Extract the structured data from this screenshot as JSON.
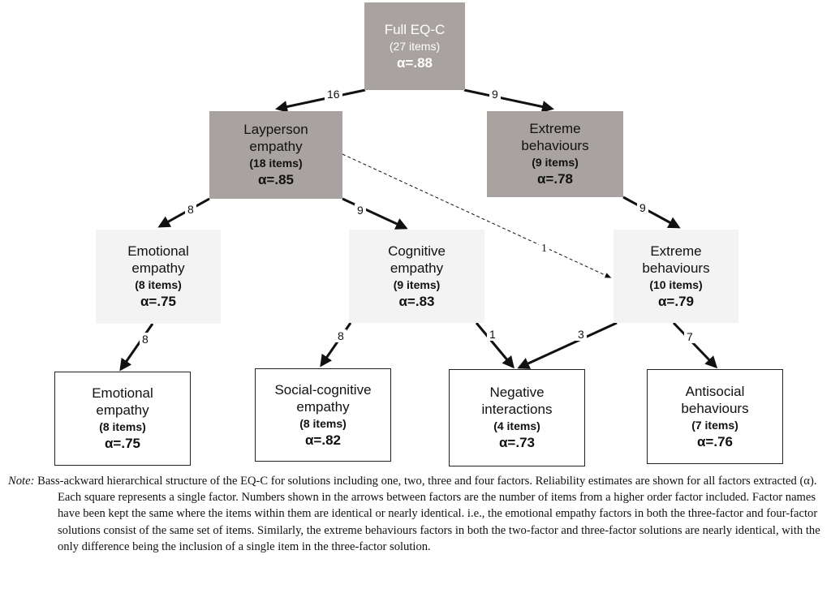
{
  "nodes": {
    "full": {
      "name": "Full EQ-C",
      "items": "(27 items)",
      "alpha": "α=.88"
    },
    "layperson": {
      "name": "Layperson empathy",
      "items": "(18 items)",
      "alpha": "α=.85"
    },
    "extreme2": {
      "name": "Extreme behaviours",
      "items": "(9 items)",
      "alpha": "α=.78"
    },
    "emotional3": {
      "name": "Emotional empathy",
      "items": "(8 items)",
      "alpha": "α=.75"
    },
    "cognitive3": {
      "name": "Cognitive empathy",
      "items": "(9 items)",
      "alpha": "α=.83"
    },
    "extreme3": {
      "name": "Extreme behaviours",
      "items": "(10 items)",
      "alpha": "α=.79"
    },
    "emotional4": {
      "name": "Emotional empathy",
      "items": "(8 items)",
      "alpha": "α=.75"
    },
    "socialcog4": {
      "name": "Social-cognitive empathy",
      "items": "(8 items)",
      "alpha": "α=.82"
    },
    "negative4": {
      "name": "Negative interactions",
      "items": "(4 items)",
      "alpha": "α=.73"
    },
    "antisocial4": {
      "name": "Antisocial behaviours",
      "items": "(7 items)",
      "alpha": "α=.76"
    }
  },
  "edges": {
    "full_layperson": "16",
    "full_extreme2": "9",
    "layperson_emotional3": "8",
    "layperson_cognitive3": "9",
    "layperson_extreme3": "1",
    "extreme2_extreme3": "9",
    "emotional3_emotional4": "8",
    "cognitive3_socialcog4": "8",
    "cognitive3_negative4": "1",
    "extreme3_negative4": "3",
    "extreme3_antisocial4": "7"
  },
  "note": {
    "label": "Note:",
    "text": "Bass-ackward hierarchical structure of the EQ-C for solutions including one, two, three and four factors. Reliability estimates are shown for all factors extracted (α). Each square represents a single factor. Numbers shown in the arrows between factors are the number of items from a higher order factor included. Factor names have been kept the same where the items within them are identical or nearly identical. i.e., the emotional empathy factors in both the three-factor and four-factor solutions consist of the same set of items. Similarly, the extreme behaviours factors in both the two-factor and three-factor solutions are nearly identical, with the only difference being the inclusion of a single item in the three-factor solution."
  }
}
